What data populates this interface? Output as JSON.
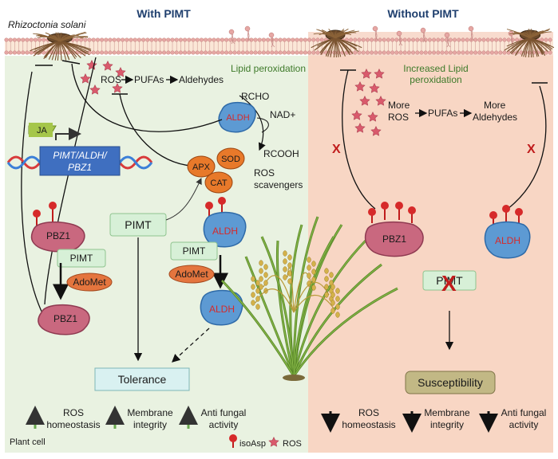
{
  "headers": {
    "with": "With PIMT",
    "without": "Without PIMT",
    "pathogen": "Rhizoctonia solani"
  },
  "left": {
    "lipid_peroxidation": "Lipid peroxidation",
    "ros": "ROS",
    "pufas": "PUFAs",
    "aldehydes": "Aldehydes",
    "rcho": "RCHO",
    "nad": "NAD+",
    "rcooh": "RCOOH",
    "ros_scavengers_1": "ROS",
    "ros_scavengers_2": "scavengers",
    "ja": "JA",
    "gene_1": "PIMT/ALDH/",
    "gene_2": "PBZ1",
    "apx": "APX",
    "sod": "SOD",
    "cat": "CAT",
    "aldh": "ALDH",
    "pbz1": "PBZ1",
    "pimt": "PIMT",
    "adomet": "AdoMet",
    "tolerance": "Tolerance",
    "outcomes": [
      {
        "line1": "ROS",
        "line2": "homeostasis"
      },
      {
        "line1": "Membrane",
        "line2": "integrity"
      },
      {
        "line1": "Anti fungal",
        "line2": "activity"
      }
    ],
    "plant_cell": "Plant cell"
  },
  "right": {
    "increased_1": "Increased Lipid",
    "increased_2": "peroxidation",
    "more_ros_1": "More",
    "more_ros_2": "ROS",
    "pufas": "PUFAs",
    "more_ald_1": "More",
    "more_ald_2": "Aldehydes",
    "pbz1": "PBZ1",
    "aldh": "ALDH",
    "pimt": "PIMT",
    "susceptibility": "Susceptibility",
    "cross": "X",
    "outcomes": [
      {
        "line1": "ROS",
        "line2": "homeostasis"
      },
      {
        "line1": "Membrane",
        "line2": "integrity"
      },
      {
        "line1": "Anti fungal",
        "line2": "activity"
      }
    ]
  },
  "legend": {
    "isoasp": "isoAsp",
    "ros": "ROS"
  },
  "colors": {
    "left_bg": "#e9f2e1",
    "right_bg": "#f8d6c4",
    "pbz1": "#c9687f",
    "aldh": "#5d9ad3",
    "pimt_box": "#d7f0d7",
    "adomet": "#e4753e",
    "scavenger": "#e8792a",
    "ros_star": "#d95a6c",
    "isoasp": "#d62a2a",
    "up_arrow": "#6aa84f",
    "gene_box": "#3f6fc0",
    "tolerance_box": "#d9f1f1",
    "susceptibility_box": "#c2b885",
    "header": "#1f3f6e"
  }
}
